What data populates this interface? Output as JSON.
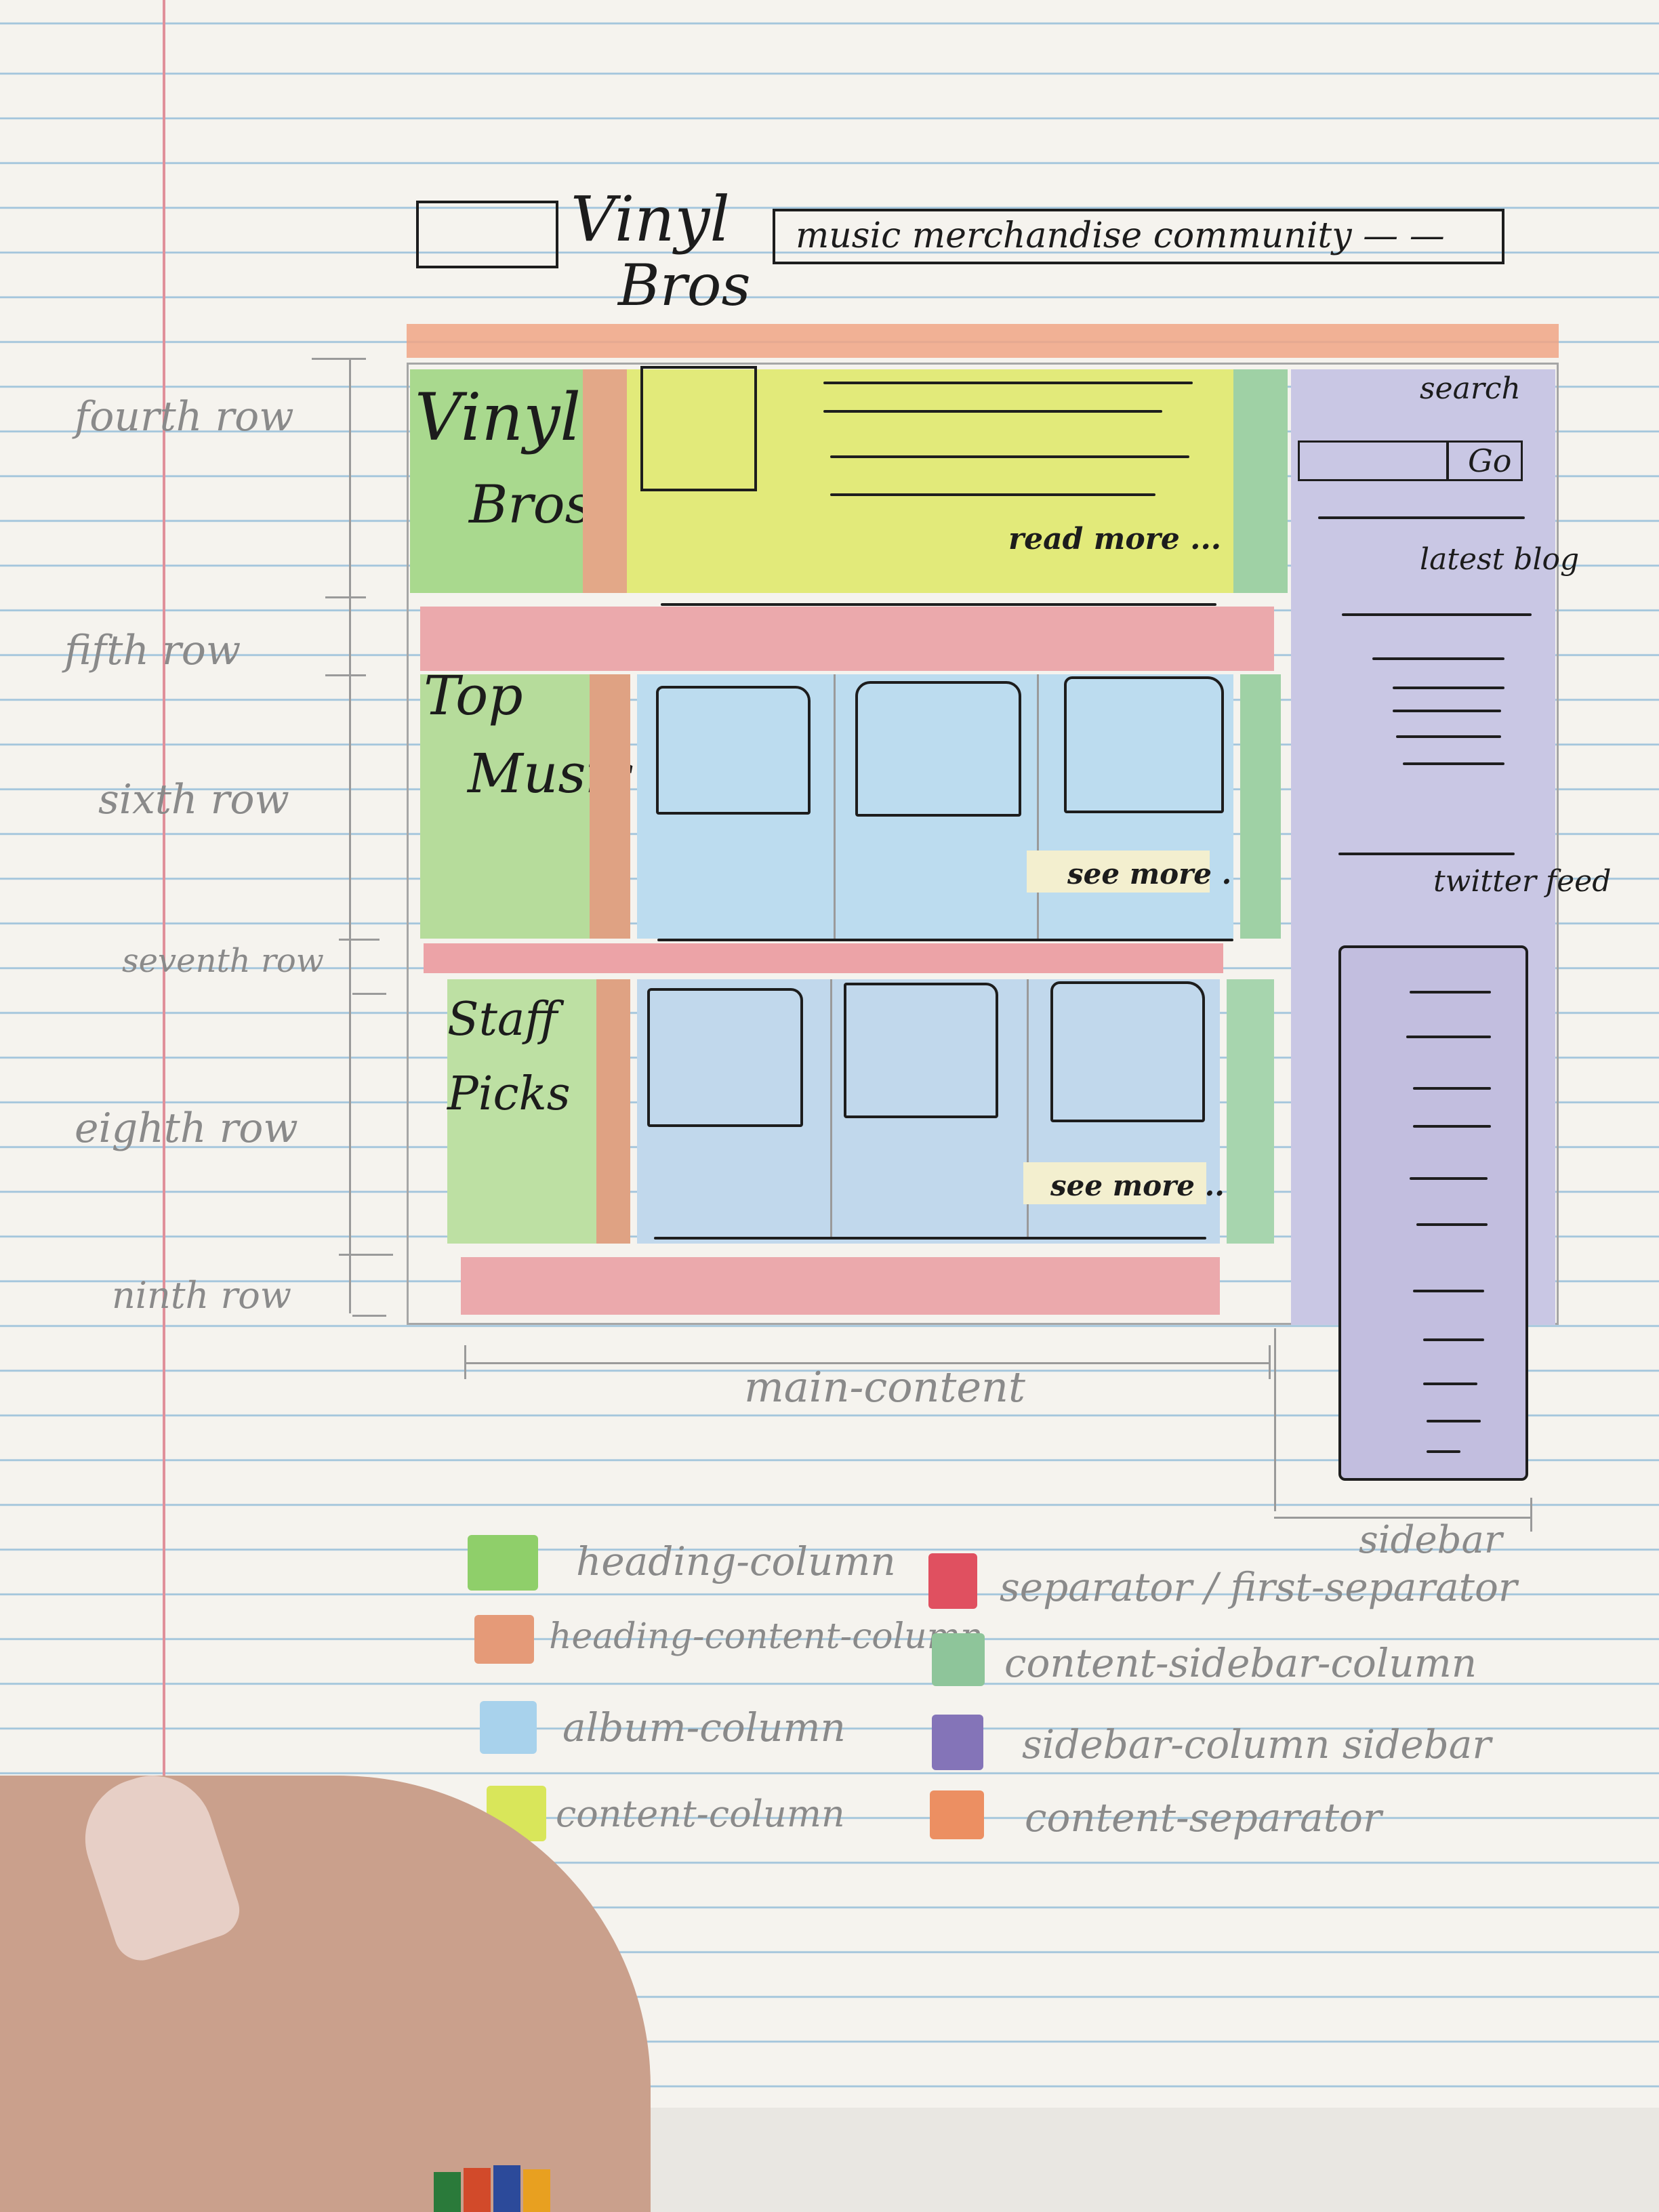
{
  "header": {
    "title_line1": "Vinyl",
    "title_line2": "Bros",
    "nav_text": "music merchandise community — —"
  },
  "feature": {
    "heading_line1": "Vinyl",
    "heading_line2": "Bros",
    "read_more": "read more ..."
  },
  "sections": [
    {
      "heading_line1": "Top",
      "heading_line2": "Music",
      "see_more": "see more ."
    },
    {
      "heading_line1": "Staff",
      "heading_line2": "Picks",
      "see_more": "see more ..."
    }
  ],
  "sidebar": {
    "search_label": "search",
    "go_button": "Go",
    "latest_blog": "latest blog",
    "twitter_feed": "twitter feed",
    "label": "sidebar"
  },
  "rows": [
    "fourth row",
    "fifth row",
    "sixth row",
    "seventh row",
    "eighth row",
    "ninth row"
  ],
  "main_content_label": "main-content",
  "legend": [
    {
      "label": "heading-column",
      "color": "#8fcf6a"
    },
    {
      "label": "heading-content-column",
      "color": "#e59a78"
    },
    {
      "label": "album-column",
      "color": "#a8d2ec"
    },
    {
      "label": "content-column",
      "color": "#d9e65a"
    },
    {
      "label": "separator / first-separator",
      "color": "#e05060"
    },
    {
      "label": "content-sidebar-column",
      "color": "#8ec59a"
    },
    {
      "label": "sidebar-column   sidebar",
      "color": "#8474b8"
    },
    {
      "label": "content-separator",
      "color": "#ec8f62"
    }
  ],
  "colors": {
    "paper": "#f5f3ee",
    "rule_lines": "#9fc3db",
    "margin_line": "#e0909a",
    "ink": "#1d1d1d"
  }
}
